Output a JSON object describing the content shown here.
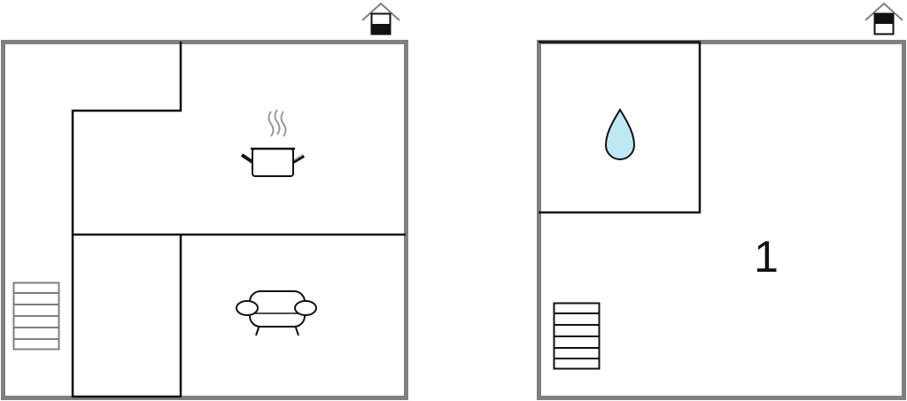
{
  "floors": [
    {
      "id": "ground-floor",
      "level_indicator": "lower",
      "rooms": [
        {
          "id": "kitchen",
          "icon": "cooking-pot-icon"
        },
        {
          "id": "living-room",
          "icon": "sofa-icon"
        },
        {
          "id": "hallway",
          "icon": ""
        },
        {
          "id": "entry",
          "icon": ""
        }
      ],
      "stairs": true
    },
    {
      "id": "upper-floor",
      "level_indicator": "upper",
      "rooms": [
        {
          "id": "bathroom",
          "icon": "water-drop-icon"
        },
        {
          "id": "bedroom-1",
          "label": "1"
        }
      ],
      "stairs": true
    }
  ],
  "colors": {
    "outer_wall": "#808080",
    "inner_wall": "#111111",
    "water": "#bfe8f2",
    "background": "#ffffff"
  }
}
